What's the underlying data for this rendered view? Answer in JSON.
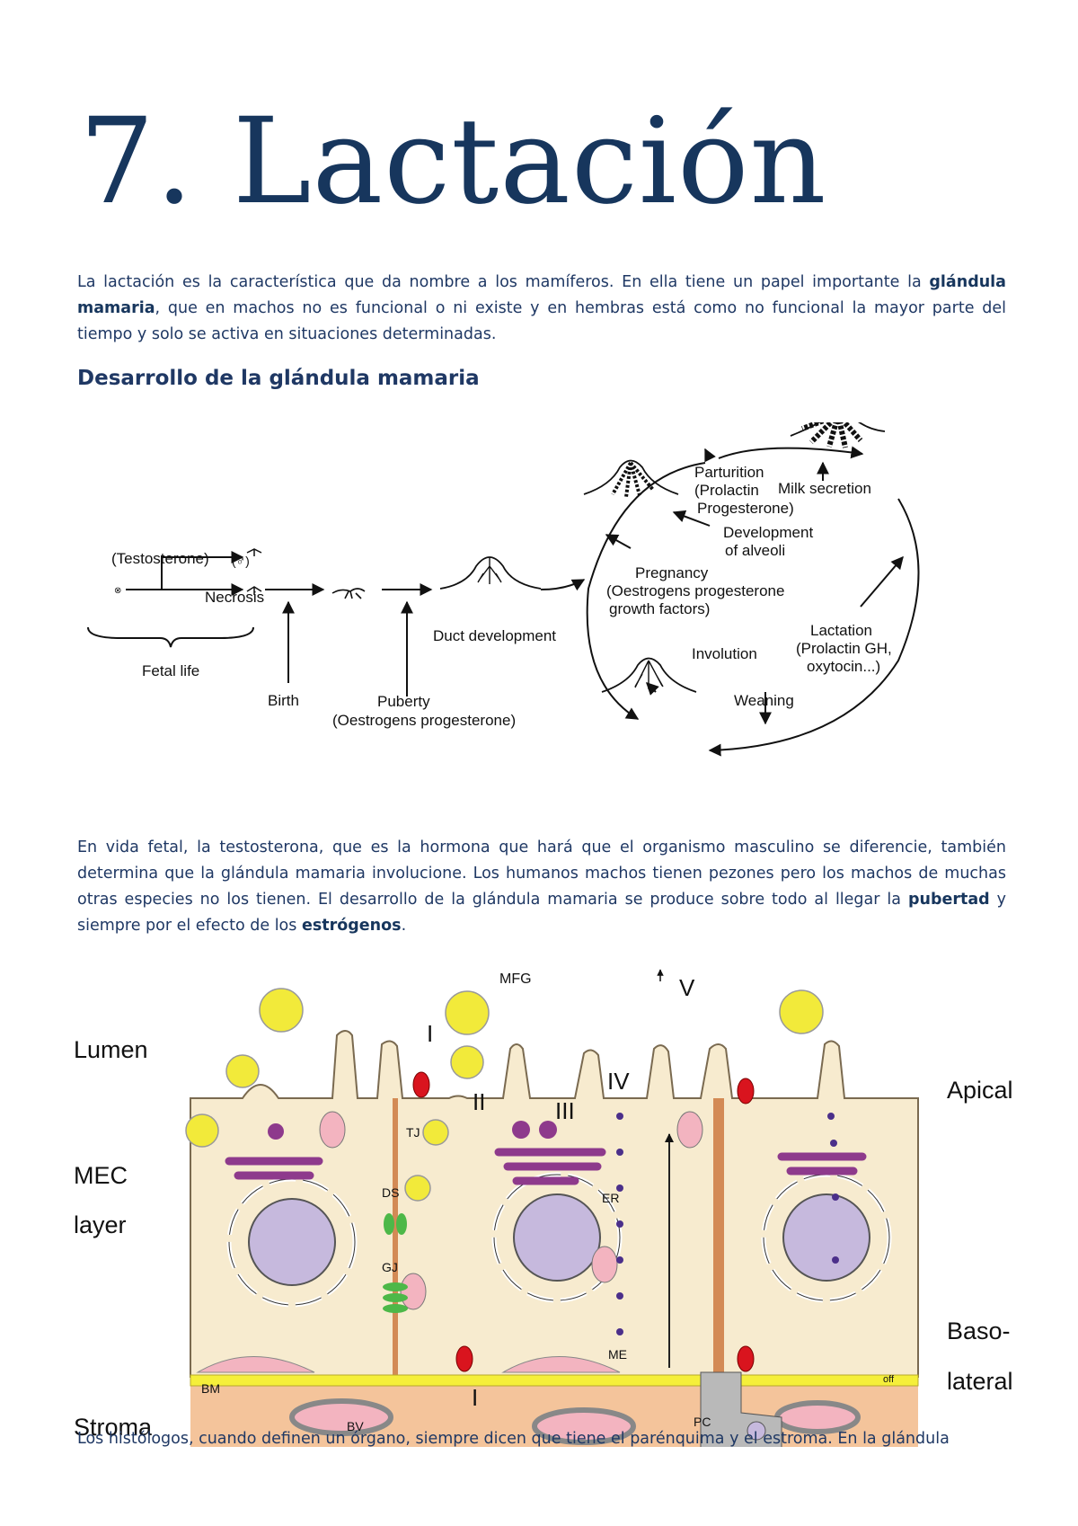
{
  "page": {
    "title": "7. Lactación",
    "intro": {
      "t1": "La lactación es la característica que da nombre a los mamíferos. En ella tiene un papel importante la ",
      "b1": "glándula mamaria",
      "t2": ", que en machos no es funcional o ni existe y en hembras está como no funcional la mayor parte del tiempo y solo se activa en situaciones determinadas."
    },
    "section_heading": "Desarrollo de la glándula mamaria",
    "para2": {
      "t1": "En vida fetal, la testosterona, que es la hormona que hará que el organismo masculino se diferencie, también determina que la glándula mamaria involucione. Los humanos machos tienen pezones pero los machos de muchas otras especies no los tienen. El desarrollo de la glándula mamaria se produce sobre todo al llegar la ",
      "b1": "pubertad",
      "t2": " y siempre por el efecto de los ",
      "b2": "estrógenos",
      "t3": "."
    },
    "para3": "Los histólogos, cuando definen un órgano, siempre dicen que tiene el parénquima y el estroma. En la glándula"
  },
  "figure1": {
    "testosterone": "(Testosterone)",
    "male": "(♂)",
    "necrosis": "Necrosis",
    "fetal_life": "Fetal life",
    "birth": "Birth",
    "puberty": "Puberty",
    "puberty_hormones": "(Oestrogens progesterone)",
    "duct_development": "Duct development",
    "pregnancy": "Pregnancy",
    "pregnancy_h1": "(Oestrogens progesterone",
    "pregnancy_h2": "growth factors)",
    "dev_alveoli_1": "Development",
    "dev_alveoli_2": "of alveoli",
    "parturition": "Parturition",
    "parturition_h1": "(Prolactin",
    "parturition_h2": "Progesterone)",
    "milk_secretion": "Milk secretion",
    "lactation": "Lactation",
    "lactation_h1": "(Prolactin GH,",
    "lactation_h2": "oxytocin...)",
    "involution": "Involution",
    "weaning": "Weaning"
  },
  "figure2": {
    "lumen": "Lumen",
    "mec": "MEC",
    "layer": "layer",
    "stroma": "Stroma",
    "apical": "Apical",
    "baso": "Baso-",
    "lateral": "lateral",
    "mfg": "MFG",
    "tj": "TJ",
    "ds": "DS",
    "gj": "GJ",
    "er": "ER",
    "me": "ME",
    "bm": "BM",
    "bv": "BV",
    "pc": "PC",
    "off": "off",
    "r1": "I",
    "r2": "II",
    "r3": "III",
    "r4": "IV",
    "r5": "V",
    "r1b": "I"
  },
  "colors": {
    "title": "#17365d",
    "text": "#1f3864",
    "cytoplasm": "#f7ebcf",
    "lipid": "#f2ea3a",
    "nucleus": "#c6b9dd",
    "golgi": "#8e3a8c",
    "stroma": "#f4c49b",
    "basement": "#f5ef3a",
    "myoepithelial": "#f3b4c0",
    "channel": "#d9141e",
    "junction": "#4db848"
  }
}
